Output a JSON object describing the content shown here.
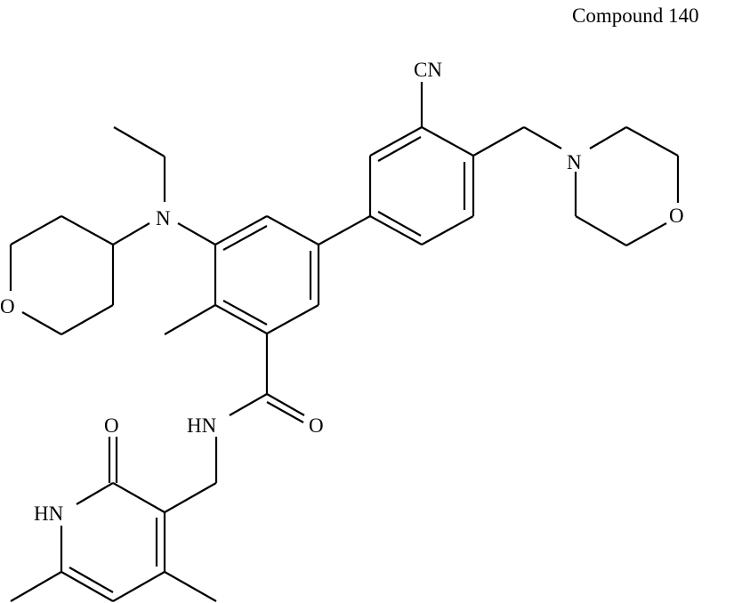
{
  "title": "Compound 140",
  "atom_labels": {
    "cn": "CN",
    "morpholine_n": "N",
    "morpholine_o": "O",
    "amine_n": "N",
    "oxane_o": "O",
    "amide_nh": "HN",
    "amide_o": "O",
    "pyridone_o": "O",
    "pyridone_nh": "HN"
  }
}
